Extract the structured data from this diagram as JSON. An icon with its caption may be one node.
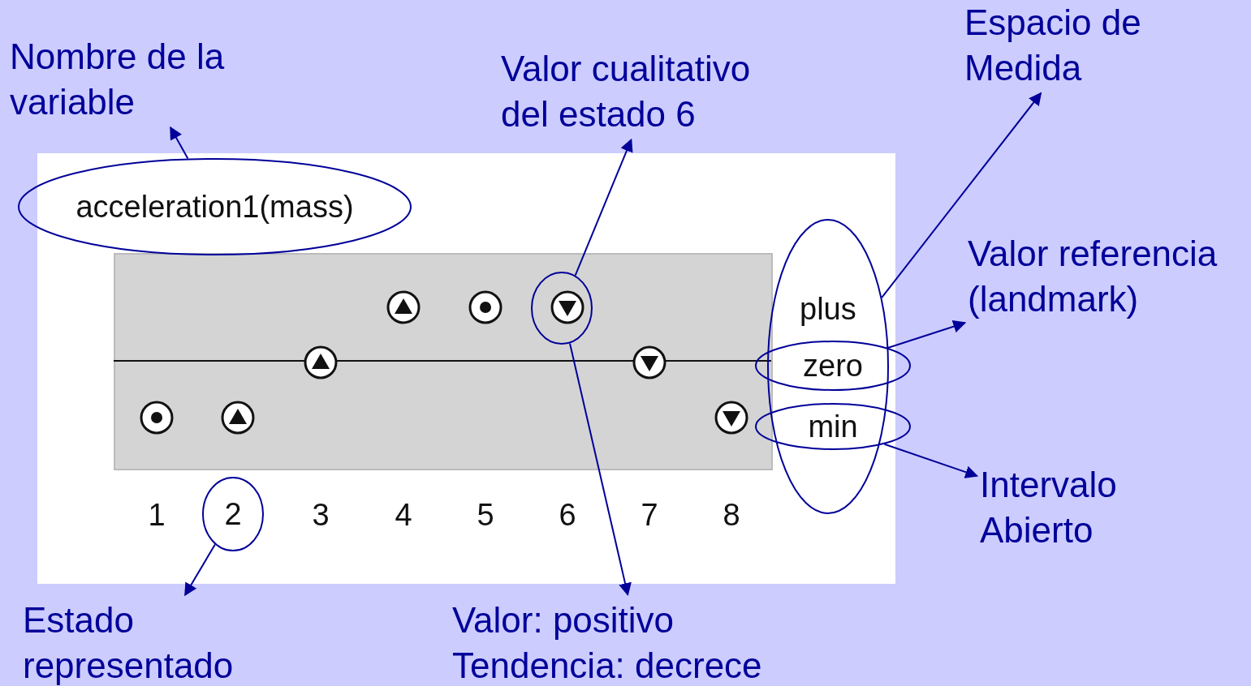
{
  "diagram": {
    "nodes": [
      {
        "text": [
          "Nombre de la variable"
        ]
      },
      {
        "text": [
          "acceleration1(mass)"
        ]
      },
      {
        "text": [
          "Valor cualitativo del estado 6"
        ]
      },
      {
        "text": [],
        "shape": "circle"
      },
      {
        "text": [
          "Espacio de Medida"
        ]
      },
      {
        "text": [],
        "shape": "circle"
      },
      {
        "text": [
          "zero"
        ]
      },
      {
        "text": [
          "min"
        ]
      },
      {
        "text": [
          "Valor referencia (landmark)"
        ]
      },
      {
        "text": [
          "Intervalo Abierto"
        ]
      },
      {
        "text": [
          "2"
        ]
      },
      {
        "text": [
          "Estado representado"
        ]
      },
      {
        "text": [
          "Valor: positivo",
          "Tendencia: decrece"
        ]
      }
    ],
    "edges": [
      {
        "from": 1,
        "to": 0,
        "arrow": "to"
      },
      {
        "from": 3,
        "to": 2,
        "arrow": "to"
      },
      {
        "from": 5,
        "to": 4,
        "arrow": "to"
      },
      {
        "from": 6,
        "to": 8,
        "arrow": "to"
      },
      {
        "from": 7,
        "to": 9,
        "arrow": "to"
      },
      {
        "from": 10,
        "to": 11,
        "arrow": "to"
      },
      {
        "from": 3,
        "to": 12,
        "arrow": "to"
      }
    ],
    "labels": [
      "plus",
      "1",
      "3",
      "4",
      "5",
      "6",
      "7",
      "8"
    ]
  }
}
